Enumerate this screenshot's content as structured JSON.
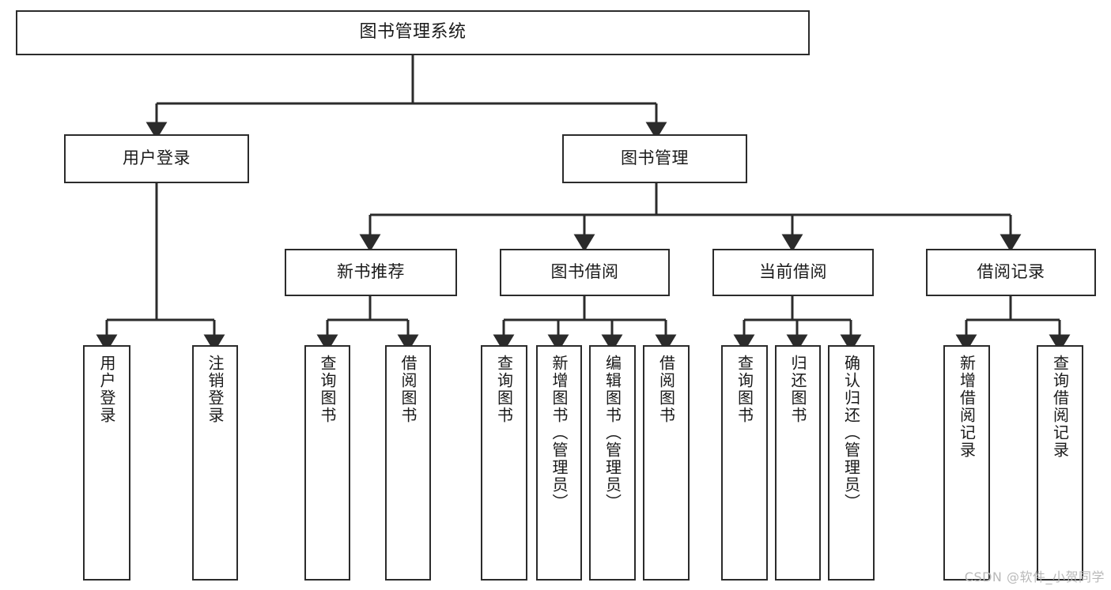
{
  "diagram": {
    "title": "图书管理系统",
    "watermark": "CSDN @软件_小贺同学",
    "line_color": "#2b2b2b",
    "box_fill": "#ffffff",
    "text_color": "#1a1a1a",
    "watermark_color": "#b9b9b9",
    "root": {
      "label": "图书管理系统"
    },
    "level1": [
      {
        "label": "用户登录"
      },
      {
        "label": "图书管理"
      }
    ],
    "level2": [
      {
        "label": "新书推荐"
      },
      {
        "label": "图书借阅"
      },
      {
        "label": "当前借阅"
      },
      {
        "label": "借阅记录"
      }
    ],
    "leaves": {
      "user_login": [
        {
          "label": "用户登录"
        },
        {
          "label": "注销登录"
        }
      ],
      "new_book_recommend": [
        {
          "label": "查询图书"
        },
        {
          "label": "借阅图书"
        }
      ],
      "book_borrow": [
        {
          "label": "查询图书"
        },
        {
          "label": "新增图书（管理员）"
        },
        {
          "label": "编辑图书（管理员）"
        },
        {
          "label": "借阅图书"
        }
      ],
      "current_borrow": [
        {
          "label": "查询图书"
        },
        {
          "label": "归还图书"
        },
        {
          "label": "确认归还（管理员）"
        }
      ],
      "borrow_record": [
        {
          "label": "新增借阅记录"
        },
        {
          "label": "查询借阅记录"
        }
      ]
    }
  }
}
